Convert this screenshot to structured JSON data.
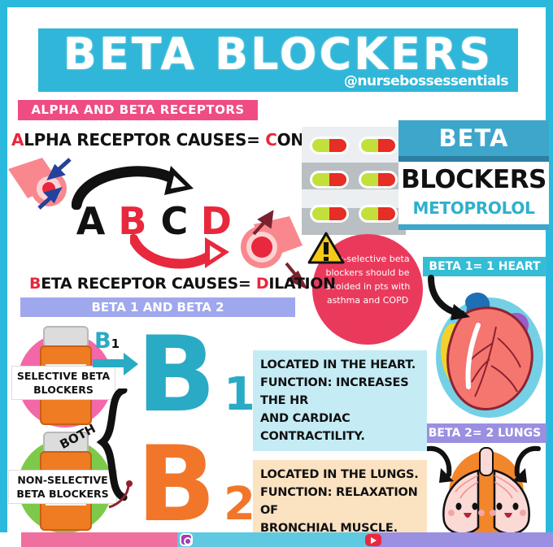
{
  "header": {
    "title": "BETA BLOCKERS",
    "handle": "@nursebossessentials"
  },
  "sections": {
    "alpha_beta_receptors_bar": "ALPHA AND BETA RECEPTORS",
    "alpha_line_prefix": "A",
    "alpha_line_mid": "LPHA RECEPTOR CAUSES= ",
    "alpha_line_hl": "C",
    "alpha_line_suffix": "ONSTRICTION",
    "beta_line_prefix": "B",
    "beta_line_mid": "ETA RECEPTOR CAUSES= ",
    "beta_line_hl": "D",
    "beta_line_suffix": "ILATION",
    "beta_1_and_2_bar": "BETA 1 AND BETA 2"
  },
  "mnemonic": {
    "letters": [
      {
        "char": "A",
        "color": "#111111"
      },
      {
        "char": "B",
        "color": "#e8283c"
      },
      {
        "char": "C",
        "color": "#111111"
      },
      {
        "char": "D",
        "color": "#e8283c"
      }
    ]
  },
  "warning": {
    "text": "Non-selective beta blockers should be avoided in pts with asthma and COPD",
    "icon": "warning-triangle-icon"
  },
  "product_card": {
    "top_label": "BETA",
    "mid_label": "BLOCKERS",
    "drug_name": "METOPROLOL"
  },
  "organ_labels": {
    "heart": "BETA 1= 1 HEART",
    "lungs": "BETA 2= 2 LUNGS"
  },
  "receptors": [
    {
      "symbol": "B",
      "subscript": "1",
      "color": "#29abc5",
      "description": "LOCATED IN THE HEART. FUNCTION: INCREASES THE HR AND CARDIAC CONTRACTILITY.",
      "lines": [
        "LOCATED IN THE HEART.",
        "FUNCTION: INCREASES THE HR",
        "AND CARDIAC CONTRACTILITY."
      ]
    },
    {
      "symbol": "B",
      "subscript": "2",
      "color": "#f2762a",
      "description": "LOCATED IN THE LUNGS. FUNCTION: RELAXATION OF BRONCHIAL MUSCLE.",
      "lines": [
        "LOCATED IN THE LUNGS.",
        "FUNCTION: RELAXATION OF",
        "BRONCHIAL MUSCLE."
      ]
    }
  ],
  "bottles": [
    {
      "label_line1": "SELECTIVE BETA",
      "label_line2": "BLOCKERS",
      "circle_color": "#f368a8",
      "tag": "B",
      "tag_sub": "1"
    },
    {
      "label_line1": "NON-SELECTIVE",
      "label_line2": "BETA BLOCKERS",
      "circle_color": "#7dc94a",
      "tag": "BOTH",
      "tag_sub": ""
    }
  ],
  "brace_label": "BOTH",
  "colors": {
    "frame": "#2ab9dd",
    "title_bar": "#2fb6d8",
    "pink_bar": "#ef4c84",
    "purple_bar": "#9fa8ed",
    "beta1": "#29abc5",
    "beta2": "#f2762a",
    "warning_circle": "#ea3a5c",
    "heart_label": "#34bdd4",
    "lungs_label": "#9a8fe0",
    "desc_heart_bg": "#c5ecf5",
    "desc_lung_bg": "#fbe3c2",
    "accent_red": "#e8283c"
  },
  "footer": {
    "social_icons": [
      "instagram-icon",
      "youtube-icon"
    ],
    "strip_colors": [
      "#ffffff",
      "#ef6f9e",
      "#ef6f9e",
      "#5ec9e0",
      "#5ec9e0",
      "#9a8fe0"
    ]
  }
}
